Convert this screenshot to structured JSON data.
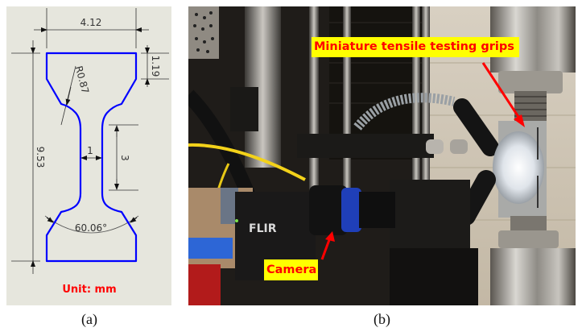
{
  "figure": {
    "panels": [
      {
        "id": "a",
        "caption": "(a)",
        "type": "engineering-drawing",
        "subject": "miniature tensile specimen (dog-bone)",
        "dimensions": {
          "overall_width": "4.12",
          "overall_length": "9.53",
          "grip_section_height": "1.19",
          "fillet_radius": "R0.87",
          "gauge_width": "1",
          "gauge_length": "3",
          "shoulder_angle": "60.06°"
        },
        "unit_label": "Unit: mm",
        "colors": {
          "background": "#e6e6dd",
          "outline": "#0000ff",
          "dimension_lines": "#333333",
          "unit_text": "#ff0000"
        }
      },
      {
        "id": "b",
        "caption": "(b)",
        "type": "photograph",
        "subject": "experimental setup",
        "annotations": [
          {
            "label": "Miniature tensile testing grips",
            "box_color": "#ffff00",
            "text_color": "#ff0000",
            "arrow_color": "#ff0000"
          },
          {
            "label": "Camera",
            "box_color": "#ffff00",
            "text_color": "#ff0000",
            "arrow_color": "#ff0000"
          }
        ],
        "camera_brand_text": "FLIR"
      }
    ]
  }
}
